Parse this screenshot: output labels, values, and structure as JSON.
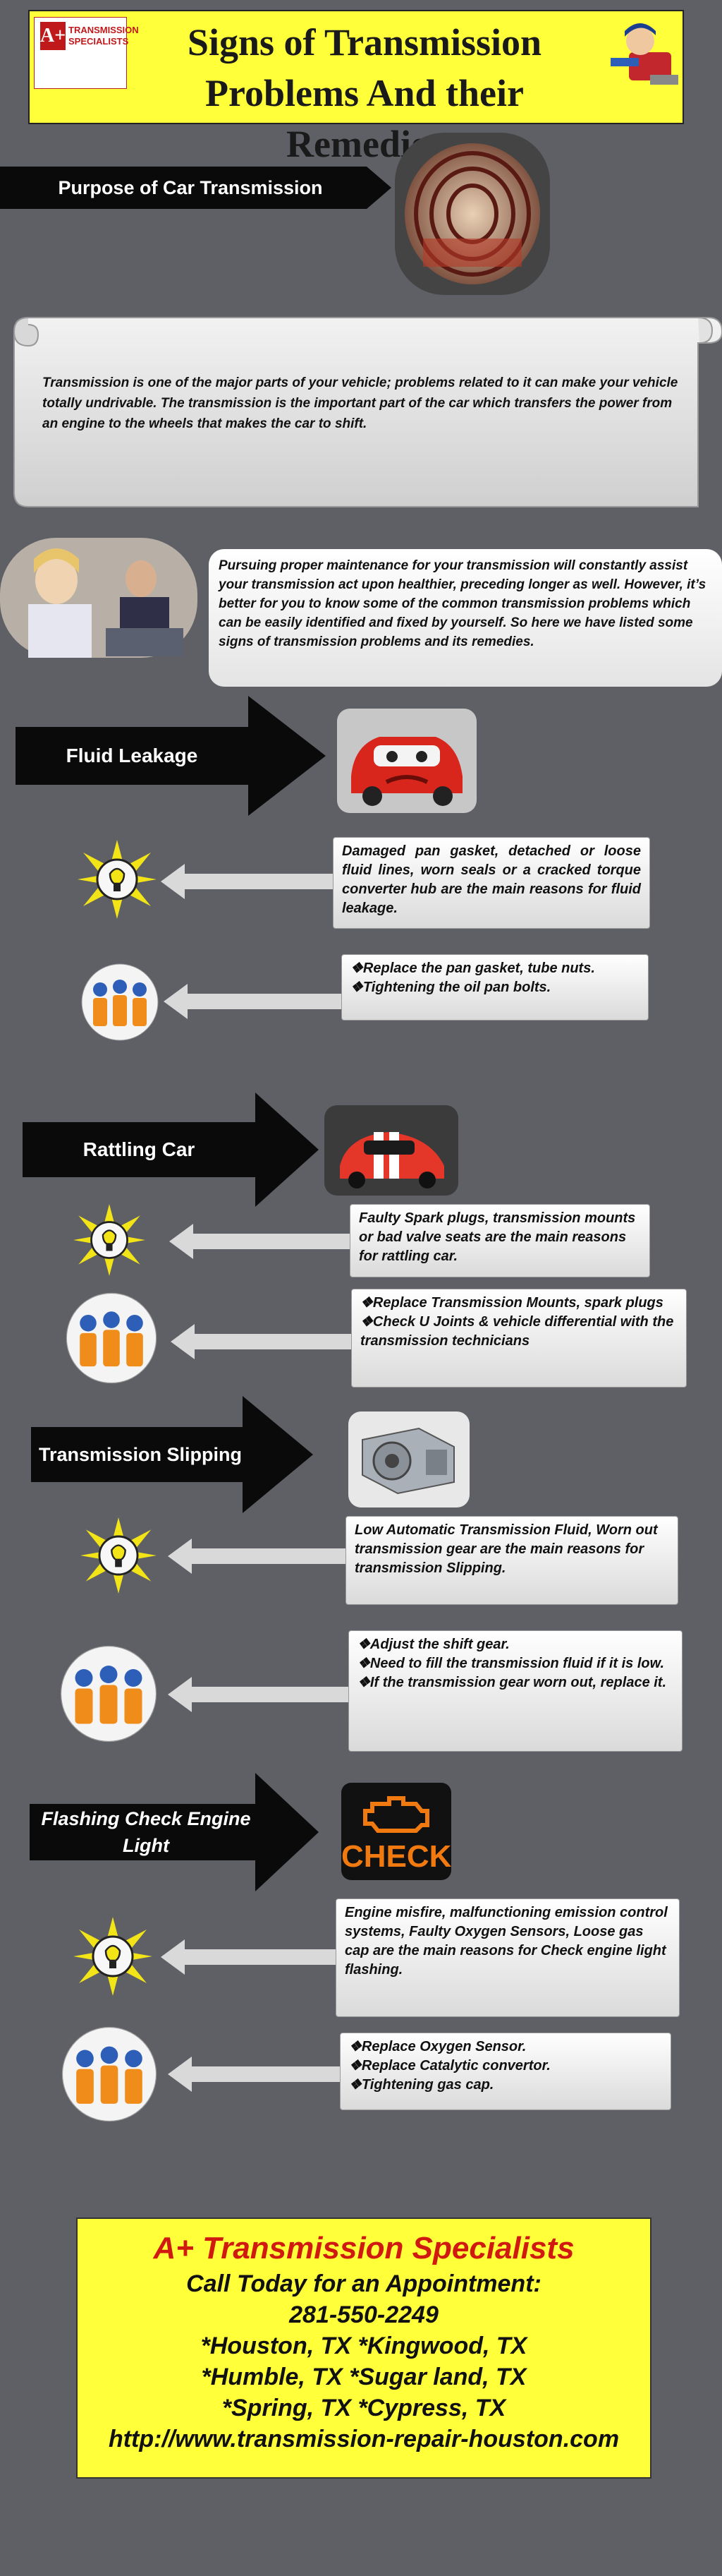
{
  "header": {
    "title_line1": "Signs of Transmission",
    "title_line2": "Problems And their Remedies",
    "logo_mark": "A+",
    "logo_line1": "TRANSMISSION",
    "logo_line2": "SPECIALISTS"
  },
  "purpose": {
    "label": "Purpose of Car Transmission",
    "text": "Transmission is one of the major parts of your vehicle; problems related to it can make your vehicle totally undrivable. The transmission is the important part of the car which transfers the power from an engine to the wheels that makes the car to shift."
  },
  "intro": {
    "text": "Pursuing proper maintenance for your transmission will constantly assist your transmission act upon healthier, preceding longer as well. However, it’s better for you to know some of the common transmission problems which can be easily identified and fixed by yourself. So here we have listed some signs of transmission problems and its remedies."
  },
  "sections": [
    {
      "title": "Fluid Leakage",
      "cause": "Damaged pan gasket, detached or loose fluid lines, worn seals or a cracked torque converter hub are the main reasons for fluid leakage.",
      "remedies": [
        "❖Replace the pan gasket, tube nuts.",
        "❖Tightening the oil pan bolts."
      ]
    },
    {
      "title": "Rattling Car",
      "cause": "Faulty Spark plugs, transmission mounts or bad valve seats are the main reasons for rattling car.",
      "remedies": [
        "❖Replace Transmission Mounts, spark plugs",
        "❖Check U Joints & vehicle differential with the transmission technicians"
      ]
    },
    {
      "title": "Transmission Slipping",
      "cause": "Low Automatic Transmission Fluid, Worn out transmission gear are the main reasons for transmission Slipping.",
      "remedies": [
        "❖Adjust the shift gear.",
        "❖Need to fill the transmission fluid if it is low.",
        "❖If the transmission gear worn out, replace it."
      ]
    },
    {
      "title": "Flashing Check Engine Light",
      "cause": "Engine misfire, malfunctioning emission control systems, Faulty Oxygen Sensors, Loose gas cap are the main reasons for Check engine light flashing.",
      "remedies": [
        "❖Replace Oxygen Sensor.",
        "❖Replace Catalytic convertor.",
        "❖Tightening gas cap."
      ]
    }
  ],
  "check_label": "CHECK",
  "footer": {
    "company": "A+ Transmission Specialists",
    "cta": "Call Today for an Appointment:",
    "phone": "281-550-2249",
    "loc1": "*Houston, TX *Kingwood, TX",
    "loc2": "*Humble, TX *Sugar land, TX",
    "loc3": "*Spring, TX *Cypress, TX",
    "url": "http://www.transmission-repair-houston.com"
  }
}
